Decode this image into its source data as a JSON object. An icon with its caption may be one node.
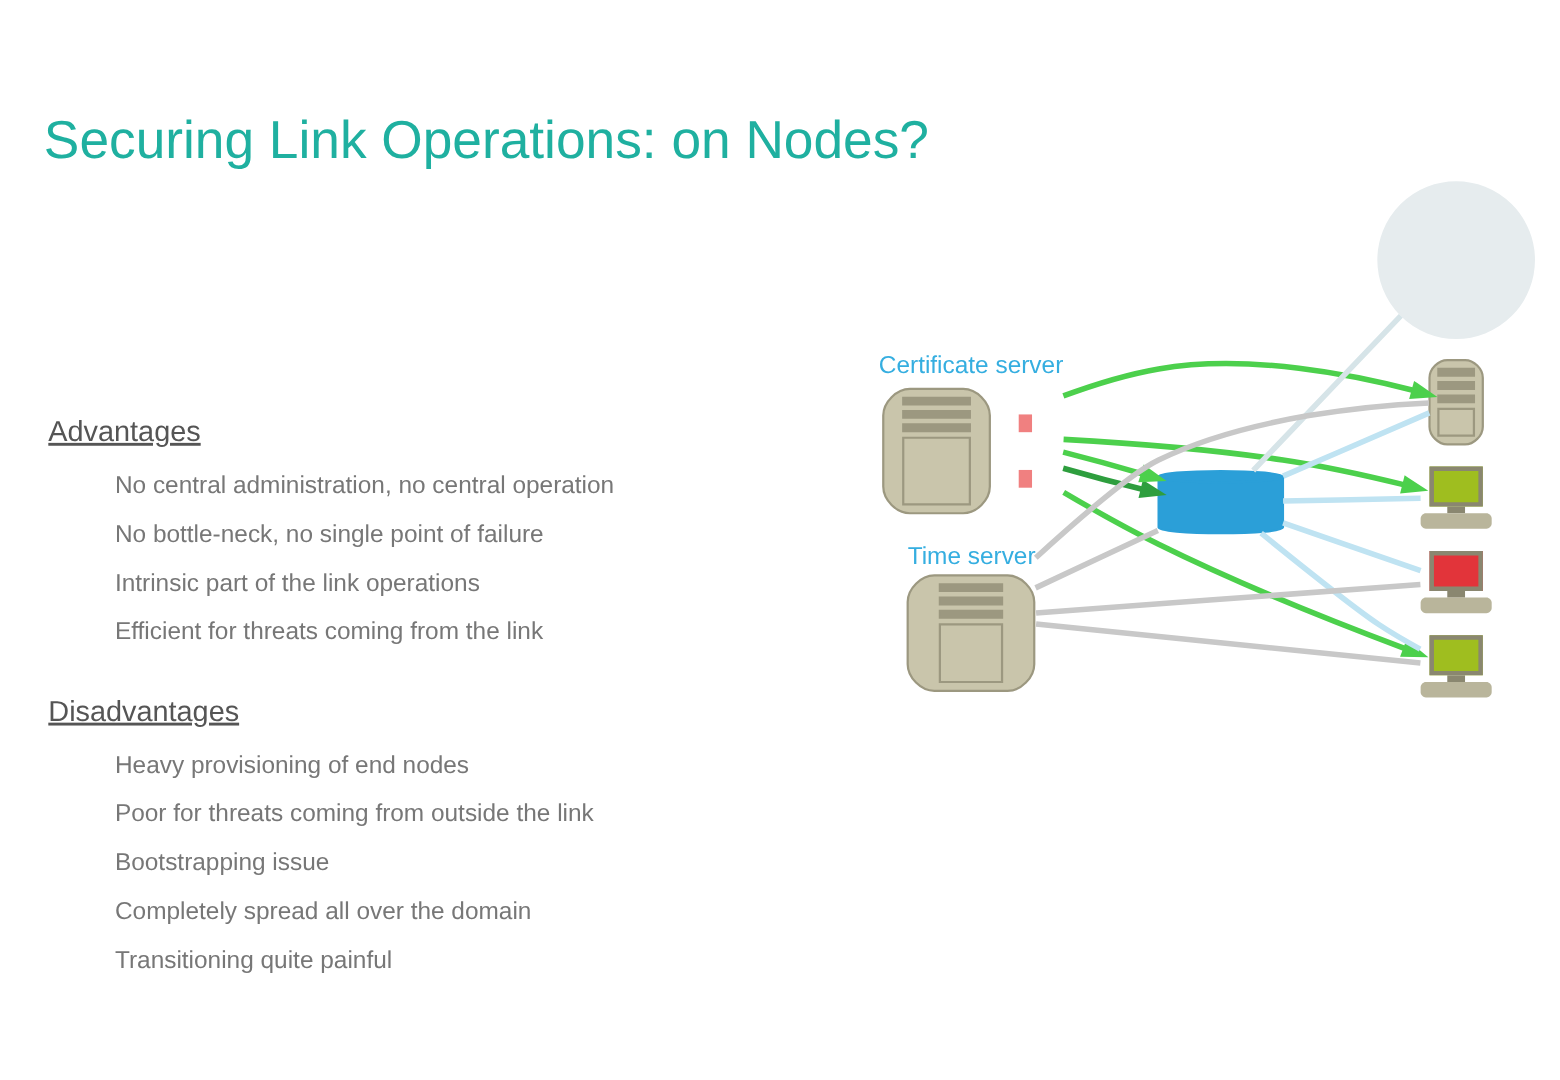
{
  "diagram": {
    "title": "Securing Link Operations: on Nodes?",
    "nodes": [
      {
        "text": [
          "Certificate server"
        ]
      },
      {
        "text": [],
        "shape": "cylinder"
      },
      {
        "text": [],
        "shape": "circle"
      },
      {
        "text": [
          "Time server"
        ]
      },
      {
        "text": [],
        "shape": "picture"
      },
      {
        "text": [],
        "shape": "picture"
      },
      {
        "text": [],
        "shape": "picture"
      },
      {
        "text": [],
        "shape": "picture"
      }
    ],
    "edges": [
      {
        "from": 0,
        "to": 1,
        "arrow": "to",
        "color": "#2e9e3e"
      },
      {
        "from": 0,
        "to": 1,
        "arrow": "to",
        "color": "#4cd04c"
      },
      {
        "from": 1,
        "to": 2,
        "arrow": "none",
        "color": "#d6e4e8"
      },
      {
        "from": 1,
        "to": 4,
        "arrow": "none",
        "color": "#bfe3f2"
      },
      {
        "from": 1,
        "to": 5,
        "arrow": "none",
        "color": "#bfe3f2"
      },
      {
        "from": 1,
        "to": 6,
        "arrow": "none",
        "color": "#bfe3f2"
      },
      {
        "from": 1,
        "to": 7,
        "arrow": "none",
        "color": "#bfe3f2"
      },
      {
        "from": 0,
        "to": 4,
        "arrow": "to",
        "color": "#4cd04c"
      },
      {
        "from": 0,
        "to": 5,
        "arrow": "to",
        "color": "#4cd04c"
      },
      {
        "from": 0,
        "to": 7,
        "arrow": "to",
        "color": "#4cd04c"
      },
      {
        "from": 3,
        "to": 1,
        "arrow": "none",
        "color": "#c8c8c8"
      },
      {
        "from": 3,
        "to": 4,
        "arrow": "none",
        "color": "#c8c8c8"
      },
      {
        "from": 3,
        "to": 6,
        "arrow": "none",
        "color": "#c8c8c8"
      },
      {
        "from": 3,
        "to": 7,
        "arrow": "none",
        "color": "#c8c8c8"
      }
    ],
    "labels": [
      "Advantages",
      "No central administration, no central operation",
      "No bottle-neck, no single point of failure",
      "Intrinsic part of the link operations",
      "Efficient for threats coming from the link",
      "Disadvantages",
      "Heavy provisioning of end nodes",
      "Poor for threats coming from outside the link",
      "Bootstrapping issue",
      "Completely spread all over the domain",
      "Transitioning quite painful"
    ]
  }
}
